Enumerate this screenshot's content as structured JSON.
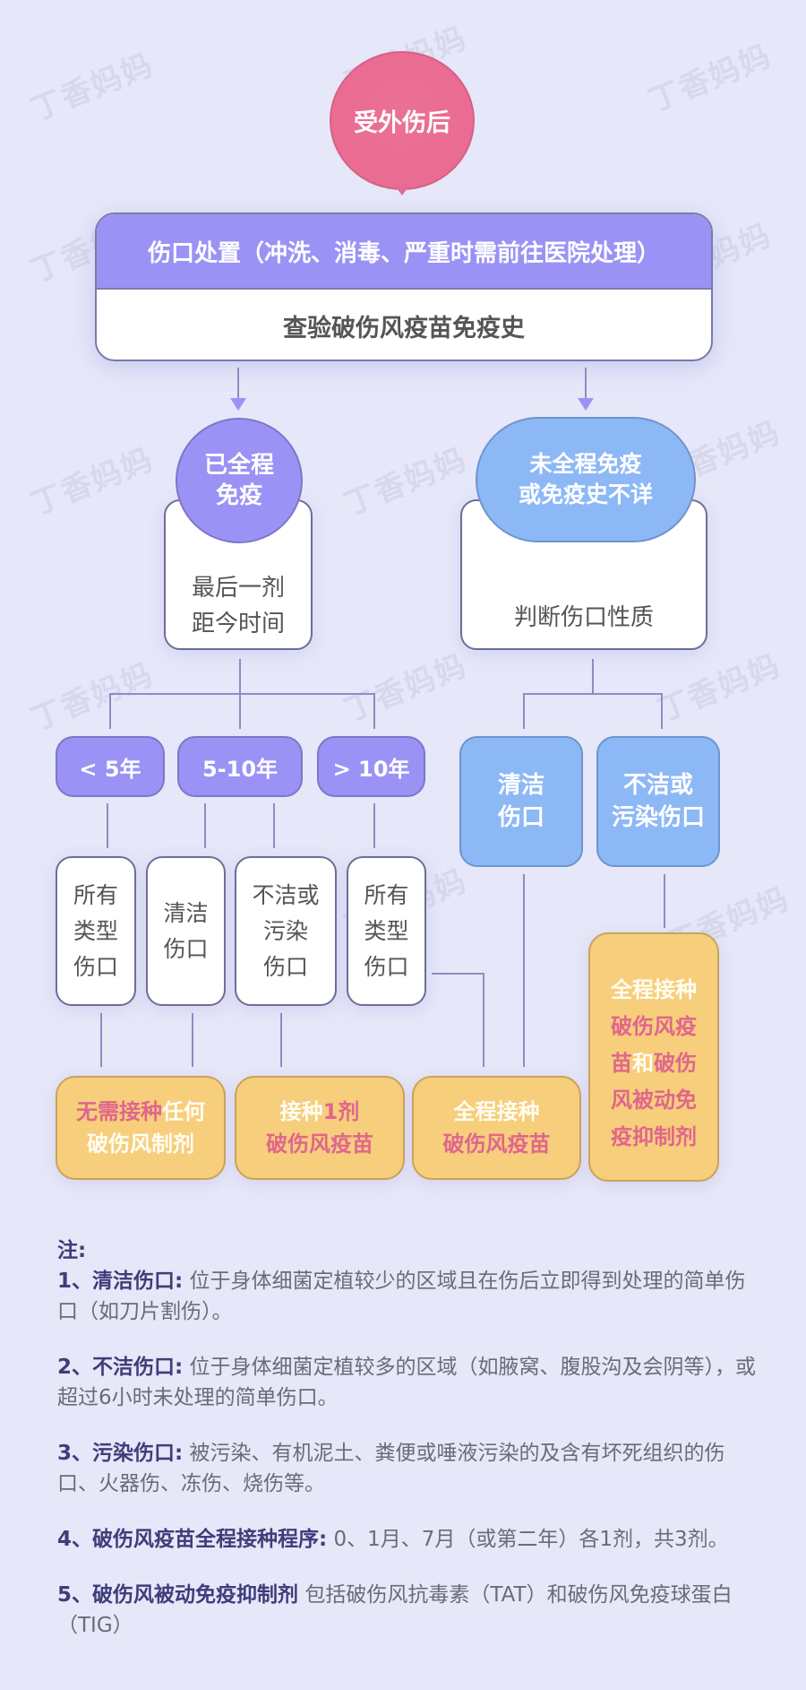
{
  "watermark": "丁香妈妈",
  "colors": {
    "background": "#e6e7f8",
    "start_pink": "#e86a90",
    "purple": "#9b92f6",
    "blue": "#8db8f6",
    "orange": "#f7ce7c",
    "highlight_pink": "#e0668d",
    "note_bold": "#3f3d7a"
  },
  "start": {
    "label": "受外伤后"
  },
  "main_box": {
    "header": "伤口处置（冲洗、消毒、严重时需前往医院处理）",
    "body": "查验破伤风疫苗免疫史"
  },
  "left_branch": {
    "title_line1": "已全程",
    "title_line2": "免疫",
    "body_line1": "最后一剂",
    "body_line2": "距今时间",
    "intervals": [
      {
        "label": "< 5年"
      },
      {
        "label": "5-10年"
      },
      {
        "label": "> 10年"
      }
    ],
    "wound_types": [
      {
        "lines": [
          "所有",
          "类型",
          "伤口"
        ]
      },
      {
        "lines": [
          "清洁",
          "伤口"
        ]
      },
      {
        "lines": [
          "不洁或",
          "污染",
          "伤口"
        ]
      },
      {
        "lines": [
          "所有",
          "类型",
          "伤口"
        ]
      }
    ]
  },
  "right_branch": {
    "title_line1": "未全程免疫",
    "title_line2": "或免疫史不详",
    "body": "判断伤口性质",
    "wound_types": [
      {
        "line1": "清洁",
        "line2": "伤口"
      },
      {
        "line1": "不洁或",
        "line2": "污染伤口"
      }
    ]
  },
  "outcomes": [
    {
      "parts": [
        {
          "text": "无需接种",
          "color": "pink"
        },
        {
          "text": "任何",
          "color": "white"
        }
      ],
      "line2": [
        {
          "text": "破伤风制剂",
          "color": "white"
        }
      ]
    },
    {
      "parts": [
        {
          "text": "接种",
          "color": "white"
        },
        {
          "text": "1剂",
          "color": "pink"
        }
      ],
      "line2": [
        {
          "text": "破伤风疫苗",
          "color": "pink"
        }
      ]
    },
    {
      "parts": [
        {
          "text": "全程接种",
          "color": "white"
        }
      ],
      "line2": [
        {
          "text": "破伤风疫苗",
          "color": "pink"
        }
      ]
    },
    {
      "lines": [
        [
          {
            "text": "全程接种",
            "color": "white"
          }
        ],
        [
          {
            "text": "破伤风疫",
            "color": "pink"
          }
        ],
        [
          {
            "text": "苗",
            "color": "pink"
          },
          {
            "text": "和",
            "color": "white"
          },
          {
            "text": "破伤",
            "color": "pink"
          }
        ],
        [
          {
            "text": "风被动免",
            "color": "pink"
          }
        ],
        [
          {
            "text": "疫抑制剂",
            "color": "pink"
          }
        ]
      ]
    }
  ],
  "notes": {
    "heading": "注:",
    "items": [
      {
        "title": "1、清洁伤口:",
        "text": "位于身体细菌定植较少的区域且在伤后立即得到处理的简单伤口（如刀片割伤）。"
      },
      {
        "title": "2、不洁伤口:",
        "text": "位于身体细菌定植较多的区域（如腋窝、腹股沟及会阴等），或超过6小时未处理的简单伤口。"
      },
      {
        "title": "3、污染伤口:",
        "text": "被污染、有机泥土、粪便或唾液污染的及含有坏死组织的伤口、火器伤、冻伤、烧伤等。"
      },
      {
        "title": "4、破伤风疫苗全程接种程序:",
        "text": "0、1月、7月（或第二年）各1剂，共3剂。"
      },
      {
        "title": "5、破伤风被动免疫抑制剂",
        "text": "包括破伤风抗毒素（TAT）和破伤风免疫球蛋白（TIG）"
      }
    ]
  }
}
